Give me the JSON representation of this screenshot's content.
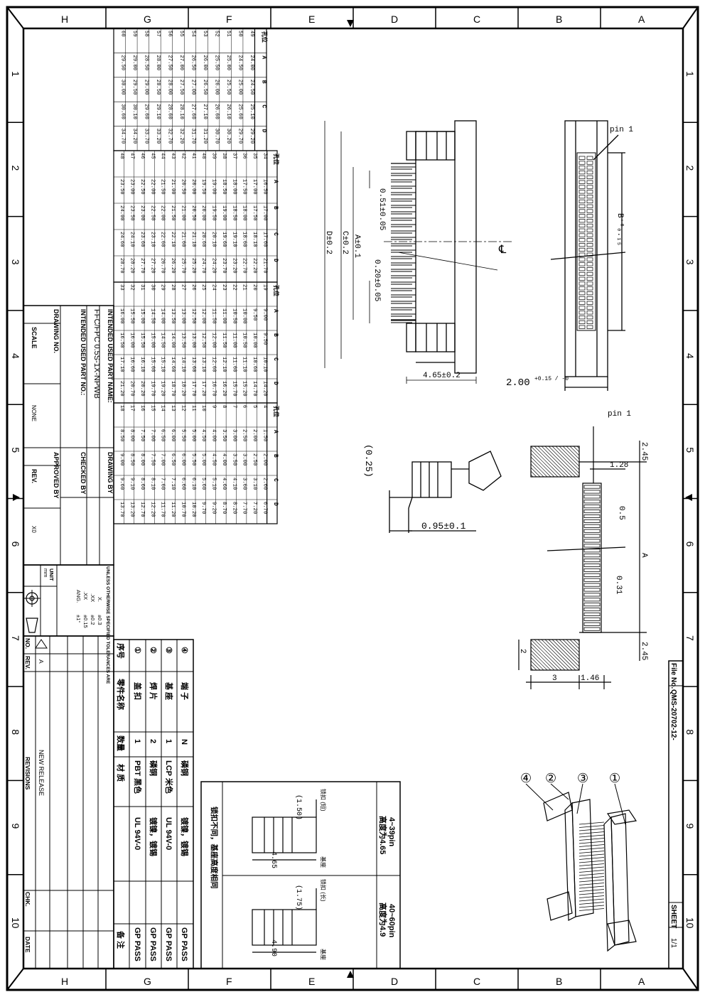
{
  "zones": {
    "letters_top": [
      "H",
      "G",
      "F",
      "E",
      "D",
      "C",
      "B",
      "A"
    ],
    "numbers_side": [
      "1",
      "2",
      "3",
      "4",
      "5",
      "6",
      "7",
      "8",
      "9",
      "10"
    ]
  },
  "pin_table": {
    "headers": [
      "孔位",
      "A",
      "B",
      "C",
      "D"
    ],
    "block1": [
      [
        "49",
        "24.00",
        "24.50",
        "25.10",
        "29.20"
      ],
      [
        "50",
        "24.50",
        "25.00",
        "25.60",
        "29.70"
      ],
      [
        "51",
        "25.00",
        "25.50",
        "26.10",
        "30.20"
      ],
      [
        "52",
        "25.50",
        "26.00",
        "26.60",
        "30.70"
      ],
      [
        "53",
        "26.00",
        "26.50",
        "27.10",
        "31.20"
      ],
      [
        "54",
        "26.50",
        "27.00",
        "27.60",
        "31.70"
      ],
      [
        "55",
        "27.00",
        "27.50",
        "28.10",
        "32.20"
      ],
      [
        "56",
        "27.50",
        "28.00",
        "28.60",
        "32.70"
      ],
      [
        "57",
        "28.00",
        "28.50",
        "29.10",
        "33.20"
      ],
      [
        "58",
        "28.50",
        "29.00",
        "29.60",
        "33.70"
      ],
      [
        "59",
        "29.00",
        "29.50",
        "30.10",
        "34.20"
      ],
      [
        "60",
        "29.50",
        "30.00",
        "30.60",
        "34.70"
      ]
    ],
    "block2": [
      [
        "34",
        "16.50",
        "17.00",
        "17.60",
        "21.70"
      ],
      [
        "35",
        "17.00",
        "17.50",
        "18.10",
        "22.20"
      ],
      [
        "36",
        "17.50",
        "18.00",
        "18.60",
        "22.70"
      ],
      [
        "37",
        "18.00",
        "18.50",
        "19.10",
        "23.20"
      ],
      [
        "38",
        "18.50",
        "19.00",
        "19.60",
        "23.70"
      ],
      [
        "39",
        "19.00",
        "19.50",
        "20.10",
        "24.20"
      ],
      [
        "40",
        "19.50",
        "20.00",
        "20.60",
        "24.70"
      ],
      [
        "41",
        "20.00",
        "20.50",
        "21.10",
        "25.20"
      ],
      [
        "42",
        "20.50",
        "21.00",
        "21.60",
        "25.70"
      ],
      [
        "43",
        "21.00",
        "21.50",
        "22.10",
        "26.20"
      ],
      [
        "44",
        "21.50",
        "22.00",
        "22.60",
        "26.70"
      ],
      [
        "45",
        "22.00",
        "22.50",
        "23.10",
        "27.20"
      ],
      [
        "46",
        "22.50",
        "23.00",
        "23.60",
        "27.70"
      ],
      [
        "47",
        "23.00",
        "23.50",
        "24.10",
        "28.20"
      ],
      [
        "48",
        "23.50",
        "24.00",
        "24.60",
        "28.70"
      ]
    ],
    "block3": [
      [
        "19",
        "9.00",
        "9.50",
        "10.10",
        "14.20"
      ],
      [
        "20",
        "9.50",
        "10.00",
        "10.60",
        "14.70"
      ],
      [
        "21",
        "10.00",
        "10.50",
        "11.10",
        "15.20"
      ],
      [
        "22",
        "10.50",
        "11.00",
        "11.60",
        "15.70"
      ],
      [
        "23",
        "11.00",
        "11.50",
        "12.10",
        "16.20"
      ],
      [
        "24",
        "11.50",
        "12.00",
        "12.60",
        "16.70"
      ],
      [
        "25",
        "12.00",
        "12.50",
        "13.10",
        "17.20"
      ],
      [
        "26",
        "12.50",
        "13.00",
        "13.60",
        "17.70"
      ],
      [
        "27",
        "13.00",
        "13.50",
        "14.10",
        "18.20"
      ],
      [
        "28",
        "13.50",
        "14.00",
        "14.60",
        "18.70"
      ],
      [
        "29",
        "14.00",
        "14.50",
        "15.10",
        "19.20"
      ],
      [
        "30",
        "14.50",
        "15.00",
        "15.60",
        "19.70"
      ],
      [
        "31",
        "15.00",
        "15.50",
        "16.10",
        "20.20"
      ],
      [
        "32",
        "15.50",
        "16.00",
        "16.60",
        "20.70"
      ],
      [
        "33",
        "16.00",
        "16.50",
        "17.10",
        "21.20"
      ]
    ],
    "block4": [
      [
        "4",
        "1.50",
        "2.00",
        "2.60",
        "6.70"
      ],
      [
        "5",
        "2.00",
        "2.50",
        "3.10",
        "7.20"
      ],
      [
        "6",
        "2.50",
        "3.00",
        "3.60",
        "7.70"
      ],
      [
        "7",
        "3.00",
        "3.50",
        "4.10",
        "8.20"
      ],
      [
        "8",
        "3.50",
        "4.00",
        "4.60",
        "8.70"
      ],
      [
        "9",
        "4.00",
        "4.50",
        "5.10",
        "9.20"
      ],
      [
        "10",
        "4.50",
        "5.00",
        "5.60",
        "9.70"
      ],
      [
        "11",
        "5.00",
        "5.50",
        "6.10",
        "10.20"
      ],
      [
        "12",
        "5.50",
        "6.00",
        "6.60",
        "10.70"
      ],
      [
        "13",
        "6.00",
        "6.50",
        "7.10",
        "11.20"
      ],
      [
        "14",
        "6.50",
        "7.00",
        "7.60",
        "11.70"
      ],
      [
        "15",
        "7.00",
        "7.50",
        "8.10",
        "12.20"
      ],
      [
        "16",
        "7.50",
        "8.00",
        "8.60",
        "12.70"
      ],
      [
        "17",
        "8.00",
        "8.50",
        "9.10",
        "13.20"
      ],
      [
        "18",
        "8.50",
        "9.00",
        "9.60",
        "13.70"
      ]
    ]
  },
  "title_block": {
    "scale_label": "SCALE",
    "scale_value": "NONE",
    "rev_label": "REV.",
    "rev_value": "X0",
    "drawing_no_label": "DRAWING NO.",
    "part_name_label": "INTENDED USED PART NAME:",
    "part_name_value": "FFC/FPC 0.5S-1X-NPWB",
    "part_no_label": "INTENDED USED PART NO.:",
    "drawing_by": "DRAWING BY",
    "checked_by": "CHECKED BY",
    "approved_by": "APPROVED BY",
    "unless": "UNLESS OTHERWISE SPECIFIED TOLERANCES ARE",
    "tol_x": "X.",
    "tol_x_val": "±0.3",
    "tol_xx": ".XX",
    "tol_xx_val": "±0.2",
    "tol_xxx": ".XX",
    "tol_xxx_val": "±0.15",
    "tol_ang": "ANG.",
    "tol_ang_val": "±1°",
    "unit_label": "UNIT",
    "unit_value": "mm"
  },
  "revisions": {
    "no_label": "NO.",
    "rev_label": "REV.",
    "a": "A",
    "new_release": "NEW RELEASE",
    "revisions_label": "REVISIONS",
    "chk_label": "CHK.",
    "date_label": "DATE"
  },
  "bom": {
    "headers": [
      "序号",
      "零件名称",
      "数量",
      "材 质",
      "备 注"
    ],
    "rows": [
      [
        "④",
        "端 子",
        "N",
        "磷铜",
        "镀镍，镀锡",
        "GP PASS"
      ],
      [
        "③",
        "基 座",
        "1",
        "LCP 米色",
        "UL 94V-0",
        "GP PASS"
      ],
      [
        "②",
        "焊 片",
        "2",
        "磷铜",
        "镀镍，镀锡",
        "GP PASS"
      ],
      [
        "①",
        "盖 扣",
        "1",
        "PBT 黑色",
        "UL 94V-0",
        "GP PASS"
      ]
    ]
  },
  "height_note": {
    "range1": "4~39pin",
    "height1": "高度为4.65",
    "range2": "40~60pin",
    "height2": "高度为4.9",
    "note": "锁扣不同，基座高度相同",
    "dim1_a": "(1.50)",
    "dim1_b": "4.65",
    "dim2_a": "(1.75)",
    "dim2_b": "4.90",
    "lock_label_1": "锁扣 (短)",
    "lock_label_2": "锁扣 (长)",
    "base_label": "基座"
  },
  "file_block": {
    "file_label": "File No.",
    "file_value": "QMS-20702-12-",
    "sheet_label": "SHEET",
    "sheet_value": "1/1"
  },
  "dims": {
    "pitch1": "0.51±0.05",
    "a": "A±0.1",
    "c": "C±0.2",
    "d": "D±0.2",
    "cl": "℄",
    "pitch2": "0.20±0.05",
    "h465": "4.65±0.2",
    "pin1": "pin 1",
    "b": "B⁺⁰₀.₁₅",
    "w200": "2.00",
    "w200_tol": "+0.15 / -0",
    "p025": "(0.25)",
    "w095": "0.95±0.1",
    "d128": "1.28",
    "d245a": "2.45",
    "d05": "0.5",
    "dA": "A",
    "d031": "0.31",
    "d245b": "2.45",
    "d2": "2",
    "d3": "3",
    "d146": "1.46",
    "pin1b": "pin 1"
  },
  "balloons": [
    "④",
    "②",
    "③",
    "①"
  ]
}
